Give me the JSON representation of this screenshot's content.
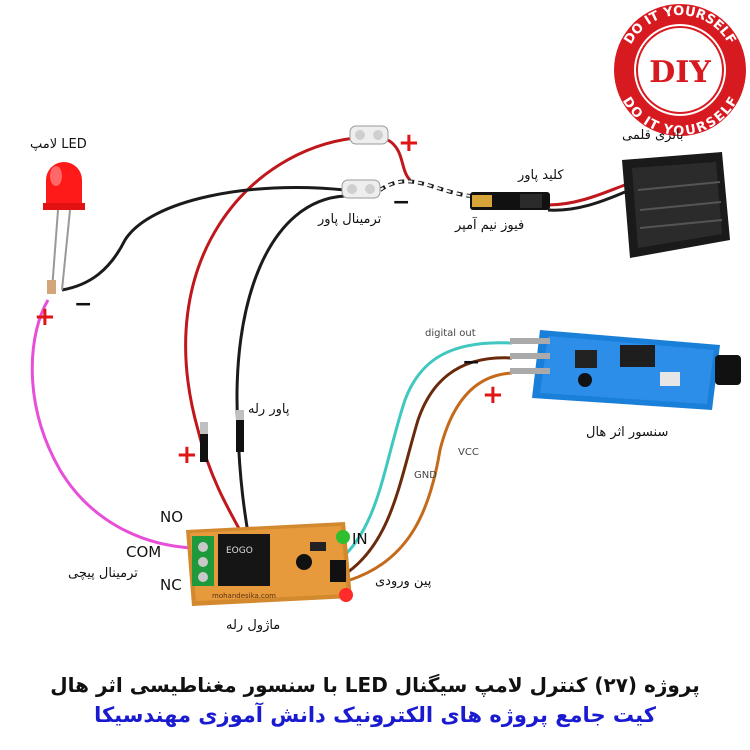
{
  "title_line1": "پروژه (۲۷) کنترل لامپ سیگنال LED با سنسور مغناطیسی اثر هال",
  "title_line2": "کیت جامع پروژه های الکترونیک دانش آموزی مهندسیکا",
  "badge": {
    "center": "DIY",
    "ring_top": "DO IT YOURSELF",
    "ring_bottom": "DO IT YOURSELF",
    "color": "#d71920"
  },
  "labels": {
    "led_lamp": "لامپ LED",
    "battery": "باتری قلمی",
    "power_key": "کلید پاور",
    "fuse": "فیوز نیم آمپر",
    "power_terminal": "ترمینال پاور",
    "relay_power": "پاور رله",
    "hall_sensor": "سنسور اثر هال",
    "relay_module": "ماژول رله",
    "screw_terminal": "ترمینال پیچی",
    "input_pin": "پین ورودی",
    "digital_out": "digital out",
    "gnd": "GND",
    "vcc": "VCC",
    "no": "NO",
    "com": "COM",
    "nc": "NC",
    "in": "IN",
    "relay_brand": "EOGO",
    "board_url": "mohandesika.com"
  },
  "signs": {
    "plus": "+",
    "minus": "−"
  },
  "colors": {
    "wire_red": "#c0171d",
    "wire_black": "#1b1b1b",
    "wire_teal": "#3fc7c0",
    "wire_brown": "#6b2a0c",
    "wire_orange": "#c46a1a",
    "wire_pink": "#e84fd8",
    "sign_red": "#e01616",
    "blue_text": "#1a1ad0"
  }
}
